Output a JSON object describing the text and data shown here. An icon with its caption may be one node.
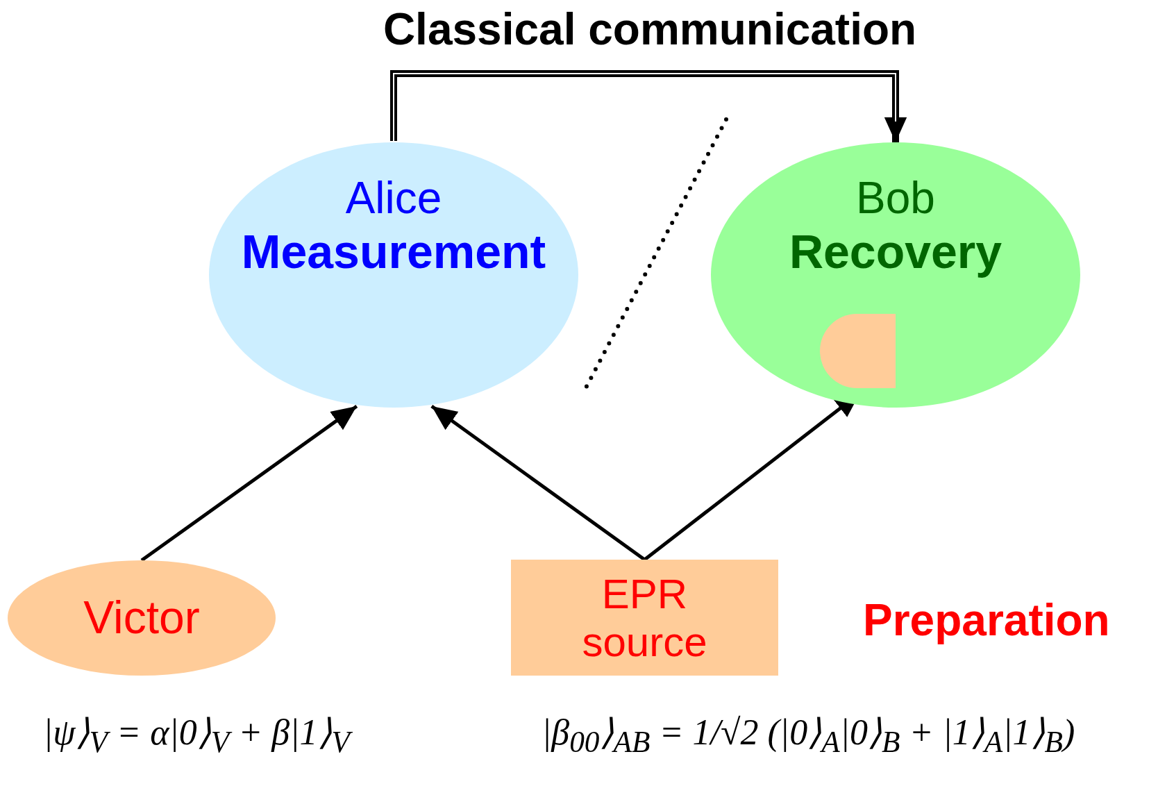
{
  "diagram": {
    "nodes": [
      {
        "text": [
          "Alice",
          "Measurement"
        ]
      },
      {
        "text": [
          "Bob",
          "Recovery"
        ]
      },
      {
        "text": [],
        "shape": "d-shape",
        "in": 1
      },
      {
        "text": [
          "Victor"
        ]
      },
      {
        "text": [
          "EPR source"
        ]
      }
    ],
    "edges": [
      {
        "from": 0,
        "to": 1,
        "arrow": "to",
        "label": "Classical communication",
        "style": "thick"
      },
      {
        "from": 3,
        "to": 0,
        "arrow": "to"
      },
      {
        "from": 4,
        "to": 0,
        "arrow": "to"
      },
      {
        "from": 4,
        "to": 2,
        "arrow": "to"
      }
    ],
    "labels": [
      "Preparation",
      "|ψ⟩$_{V}$ = α|0⟩$_{V}$ + β|1⟩$_{V}$",
      "|β$_{00}$⟩$_{AB}$ = 1/√2 (|0⟩$_{A}$|0⟩$_{B}$ + |1⟩$_{A}$|1⟩$_{B}$)"
    ]
  }
}
